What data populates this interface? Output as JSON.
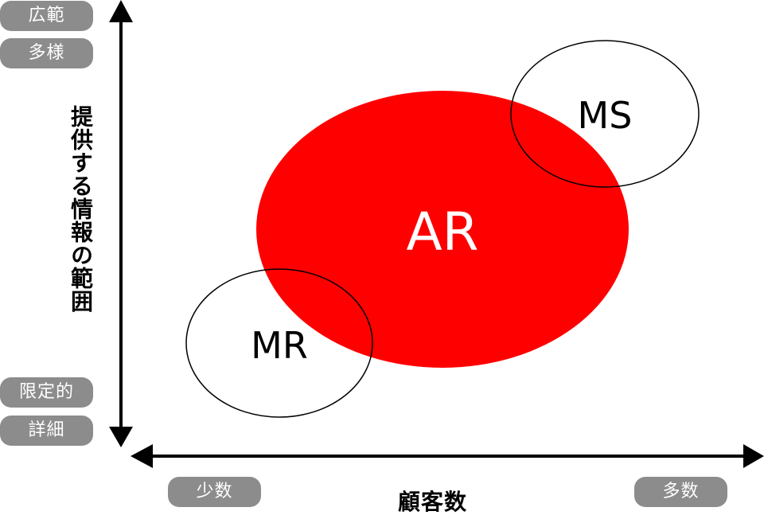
{
  "axes": {
    "y_label": "提供する情報の範囲",
    "x_label": "顧客数",
    "y_top_labels": [
      "広範",
      "多様"
    ],
    "y_bottom_labels": [
      "限定的",
      "詳細"
    ],
    "x_left_label": "少数",
    "x_right_label": "多数"
  },
  "regions": [
    {
      "label": "AR",
      "fill": "#ff0000",
      "text_color": "#ffffff"
    },
    {
      "label": "MS",
      "fill": "none",
      "text_color": "#000000"
    },
    {
      "label": "MR",
      "fill": "none",
      "text_color": "#000000"
    }
  ],
  "colors": {
    "axis": "#000000",
    "pill_bg": "#8c8c8c",
    "pill_text": "#ffffff"
  }
}
